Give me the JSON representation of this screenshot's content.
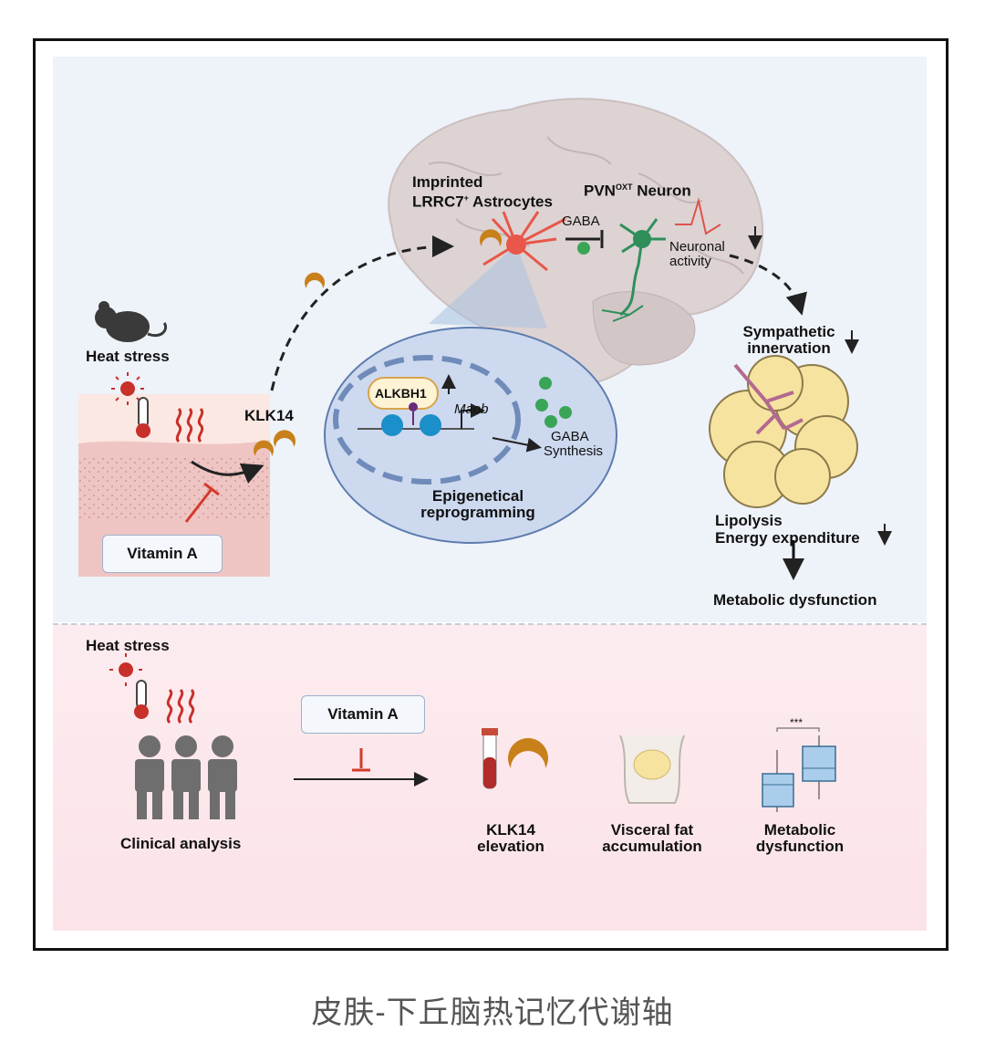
{
  "caption": "皮肤-下丘脑热记忆代谢轴",
  "top": {
    "heat_stress": "Heat stress",
    "klk14": "KLK14",
    "vitamin_a": "Vitamin A",
    "astro_line1": "Imprinted",
    "astro_line2": "LRRC7",
    "astro_sup": "+",
    "astro_line2b": " Astrocytes",
    "pvn": "PVN",
    "pvn_sup": "OXT",
    "pvn_b": " Neuron",
    "gaba": "GABA",
    "neuronal_1": "Neuronal",
    "neuronal_2": "activity",
    "alkbh1": "ALKBH1",
    "maob": "Maob",
    "gaba_syn_1": "GABA",
    "gaba_syn_2": "Synthesis",
    "epi_1": "Epigenetical",
    "epi_2": "reprogramming",
    "symp_1": "Sympathetic",
    "symp_2": "innervation",
    "lipo_1": "Lipolysis",
    "lipo_2": "Energy expenditure",
    "metab": "Metabolic dysfunction"
  },
  "bottom": {
    "heat_stress": "Heat stress",
    "vitamin_a": "Vitamin A",
    "clinical": "Clinical analysis",
    "klk_1": "KLK14",
    "klk_2": "elevation",
    "vis_1": "Visceral fat",
    "vis_2": "accumulation",
    "met_1": "Metabolic",
    "met_2": "dysfunction",
    "sig": "***"
  },
  "colors": {
    "klk14": "#c8801a",
    "astro": "#e8574a",
    "neuron": "#2f8f5b",
    "inhibit": "#d33a2c",
    "heat": "#c8302a",
    "fat": "#f6e3a0",
    "box": "#a9cdea"
  }
}
